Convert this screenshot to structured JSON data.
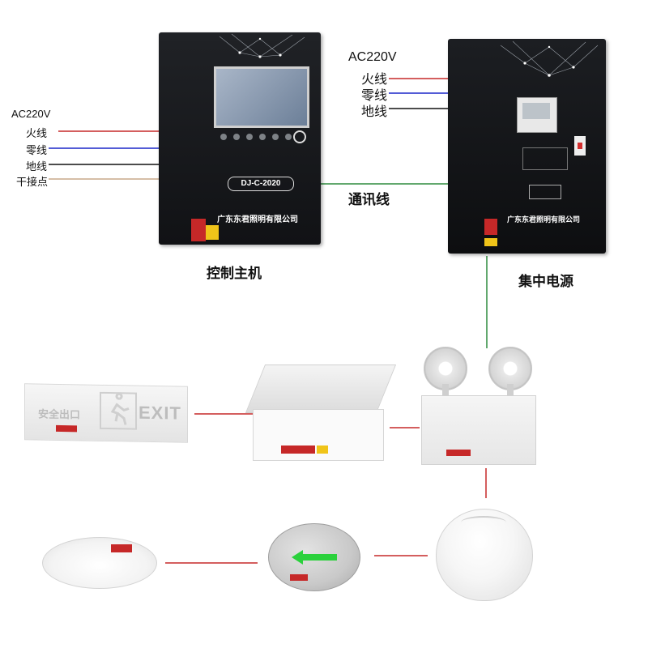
{
  "left_power_labels": {
    "ac": "AC220V",
    "live": "火线",
    "neutral": "零线",
    "ground": "地线",
    "dry_contact": "干接点"
  },
  "right_power_labels": {
    "ac": "AC220V",
    "live": "火线",
    "neutral": "零线",
    "ground": "地线"
  },
  "comm_line_label": "通讯线",
  "control_host": {
    "caption": "控制主机",
    "model": "DJ-C-2020",
    "company": "广东东君照明有限公司"
  },
  "power_supply": {
    "caption": "集中电源",
    "company": "广东东君照明有限公司"
  },
  "devices": {
    "exit_sign_text": "EXIT",
    "exit_sign_cn": "安全出口"
  },
  "colors": {
    "live": "#c62828",
    "neutral": "#1a27c9",
    "ground": "#111111",
    "dry_contact": "#c8a98a",
    "comm": "#2e8b3e",
    "device_link": "#c62828"
  }
}
